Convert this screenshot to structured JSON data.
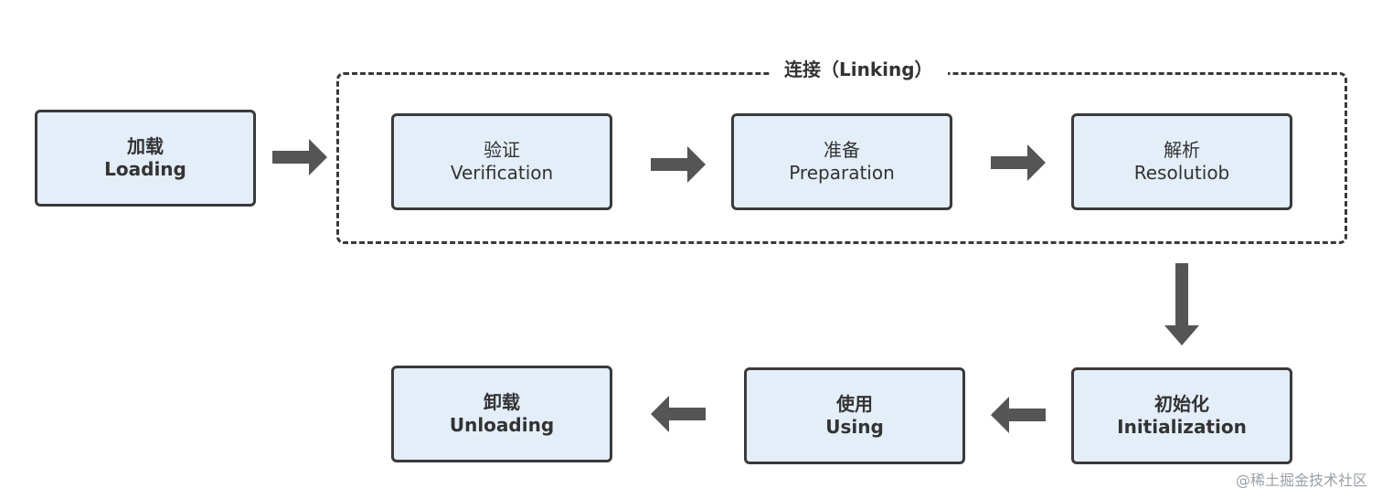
{
  "group": {
    "label": "连接（Linking）"
  },
  "stages": {
    "loading": {
      "zh": "加载",
      "en": "Loading"
    },
    "verification": {
      "zh": "验证",
      "en": "Verification"
    },
    "preparation": {
      "zh": "准备",
      "en": "Preparation"
    },
    "resolution": {
      "zh": "解析",
      "en": "Resolutiob"
    },
    "initialization": {
      "zh": "初始化",
      "en": "Initialization"
    },
    "using": {
      "zh": "使用",
      "en": "Using"
    },
    "unloading": {
      "zh": "卸载",
      "en": "Unloading"
    }
  },
  "watermark": "@稀土掘金技术社区",
  "colors": {
    "box_fill": "#e3eef8",
    "border": "#3a3a3a",
    "arrow": "#555555"
  }
}
